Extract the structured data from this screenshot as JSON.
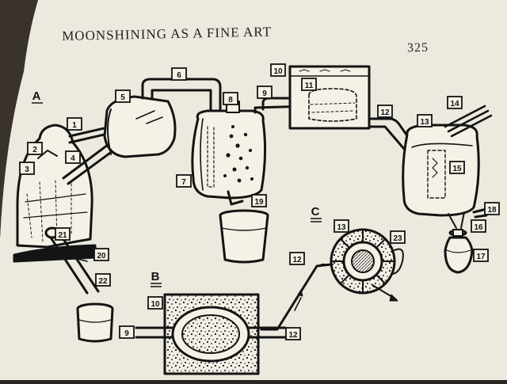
{
  "header": {
    "title": "MOONSHINING AS A FINE ART",
    "page_number": "325"
  },
  "section_labels": [
    "A",
    "B",
    "C"
  ],
  "part_numbers": [
    "1",
    "2",
    "3",
    "4",
    "5",
    "6",
    "7",
    "8",
    "9",
    "10",
    "11",
    "12",
    "13",
    "14",
    "15",
    "16",
    "17",
    "19",
    "20",
    "21",
    "22",
    "23",
    "18"
  ],
  "colors": {
    "paper": "#ece9de",
    "ink": "#141414",
    "background": "#2a2622"
  }
}
